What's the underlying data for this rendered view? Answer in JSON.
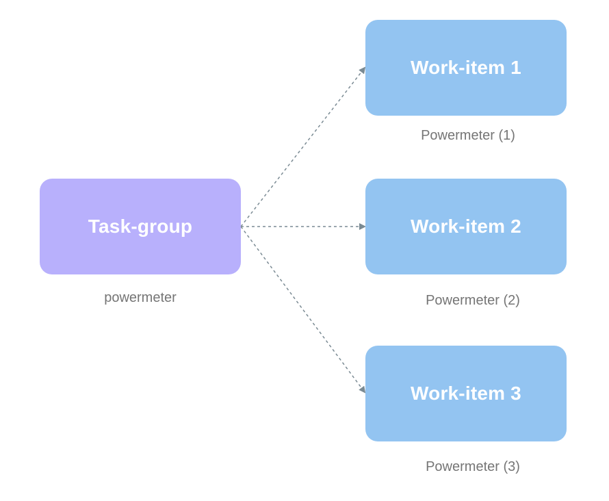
{
  "task_group": {
    "label": "Task-group",
    "caption": "powermeter",
    "color": "#b8b0fc"
  },
  "work_items": [
    {
      "label": "Work-item 1",
      "caption": "Powermeter (1)"
    },
    {
      "label": "Work-item 2",
      "caption": "Powermeter (2)"
    },
    {
      "label": "Work-item 3",
      "caption": "Powermeter (3)"
    }
  ],
  "colors": {
    "work_item_fill": "#93c4f1",
    "node_text": "#ffffff",
    "caption_text": "#757575",
    "connector": "#7a8a93"
  },
  "connector_style": "dashed-arrow"
}
